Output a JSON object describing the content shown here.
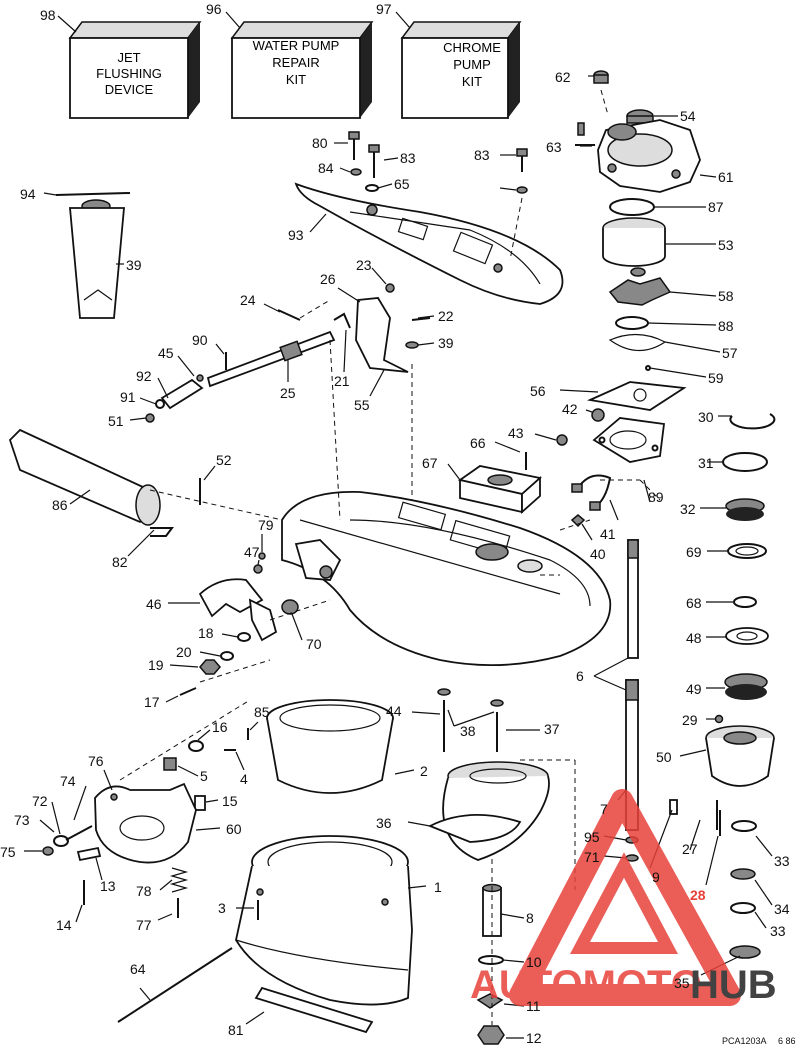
{
  "kit_boxes": [
    {
      "number": "98",
      "lines": [
        "JET",
        "FLUSHING",
        "DEVICE"
      ]
    },
    {
      "number": "96",
      "lines": [
        "WATER PUMP",
        "REPAIR",
        "KIT"
      ]
    },
    {
      "number": "97",
      "lines": [
        "CHROME",
        "PUMP",
        "KIT"
      ]
    }
  ],
  "part_labels": [
    "62",
    "54",
    "63",
    "61",
    "87",
    "53",
    "58",
    "88",
    "57",
    "59",
    "56",
    "42",
    "30",
    "43",
    "66",
    "31",
    "67",
    "89",
    "41",
    "32",
    "40",
    "69",
    "68",
    "48",
    "6",
    "49",
    "29",
    "50",
    "27",
    "33",
    "28",
    "34",
    "33",
    "35",
    "12",
    "11",
    "10",
    "8",
    "9",
    "71",
    "95",
    "7",
    "36",
    "37",
    "38",
    "44",
    "2",
    "1",
    "3",
    "81",
    "64",
    "77",
    "78",
    "14",
    "13",
    "75",
    "73",
    "72",
    "74",
    "76",
    "60",
    "15",
    "5",
    "4",
    "85",
    "16",
    "17",
    "19",
    "20",
    "18",
    "70",
    "46",
    "47",
    "79",
    "82",
    "86",
    "52",
    "51",
    "91",
    "92",
    "45",
    "90",
    "25",
    "24",
    "21",
    "55",
    "26",
    "23",
    "22",
    "39",
    "80",
    "83",
    "84",
    "65",
    "93",
    "94",
    "39",
    "83"
  ],
  "watermark": {
    "text_red": "AUTOMOTO",
    "text_dark": "HUB",
    "red_color": "#e8413a",
    "dark_color": "#222222"
  },
  "footer": {
    "drawing_code": "PCA1203A",
    "date_code": "6 86"
  },
  "colors": {
    "line": "#111111",
    "watermark_red": "#e8413a"
  }
}
